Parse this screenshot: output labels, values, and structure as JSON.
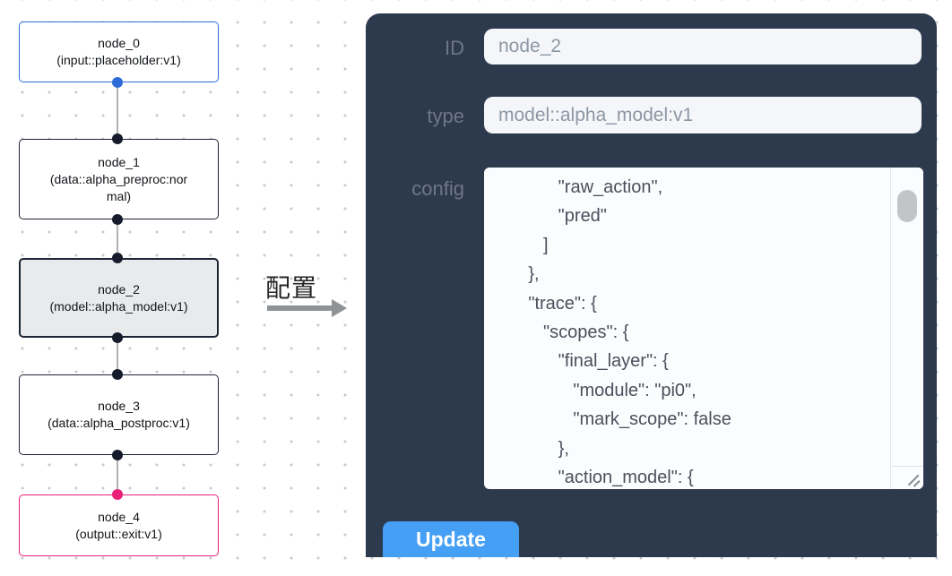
{
  "canvas": {
    "nodes": [
      {
        "title": "node_0",
        "subtitle": "(input::placeholder:v1)",
        "accent": "#2e6bd8",
        "selected": false
      },
      {
        "title": "node_1",
        "subtitle": "(data::alpha_preproc:normal)",
        "accent": "#1c2333",
        "selected": false
      },
      {
        "title": "node_2",
        "subtitle": "(model::alpha_model:v1)",
        "accent": "#1c2333",
        "selected": true
      },
      {
        "title": "node_3",
        "subtitle": "(data::alpha_postproc:v1)",
        "accent": "#1c2333",
        "selected": false
      },
      {
        "title": "node_4",
        "subtitle": "(output::exit:v1)",
        "accent": "#ea1f78",
        "selected": false
      }
    ],
    "edge_color": "#b3b3b3",
    "selected_fill": "#e9eaec"
  },
  "transition": {
    "label": "配置",
    "arrow_color": "#8f9396"
  },
  "panel": {
    "bg_color": "#2d3a4d",
    "fields": {
      "id": {
        "label": "ID",
        "value": "node_2"
      },
      "type": {
        "label": "type",
        "value": "model::alpha_model:v1"
      }
    },
    "config": {
      "label": "config",
      "lines": [
        "            \"raw_action\",",
        "            \"pred\"",
        "         ]",
        "      },",
        "      \"trace\": {",
        "         \"scopes\": {",
        "            \"final_layer\": {",
        "               \"module\": \"pi0\",",
        "               \"mark_scope\": false",
        "            },",
        "            \"action_model\": {"
      ]
    },
    "update": {
      "label": "Update",
      "color": "#459ff4"
    }
  }
}
